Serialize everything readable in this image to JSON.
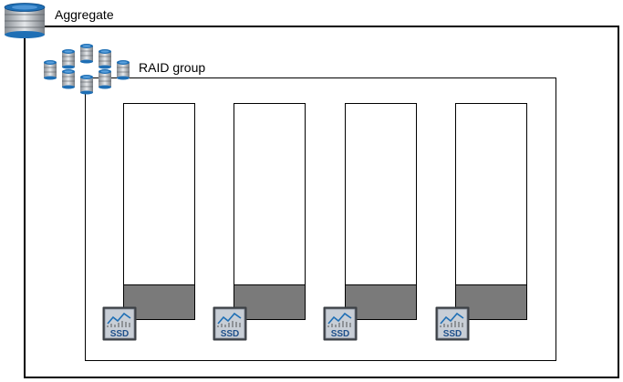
{
  "aggregate": {
    "label": "Aggregate",
    "icon": "aggregate-database-icon"
  },
  "raid_group": {
    "label": "RAID group",
    "icon": "raid-disk-cluster-icon"
  },
  "disks": [
    {
      "icon": "ssd-icon",
      "icon_text": "SSD"
    },
    {
      "icon": "ssd-icon",
      "icon_text": "SSD"
    },
    {
      "icon": "ssd-icon",
      "icon_text": "SSD"
    },
    {
      "icon": "ssd-icon",
      "icon_text": "SSD"
    }
  ],
  "colors": {
    "border": "#000000",
    "disk_fill": "#7a7a7a",
    "icon_blue": "#1f6fb5",
    "ssd_bg": "#c8ced6"
  }
}
